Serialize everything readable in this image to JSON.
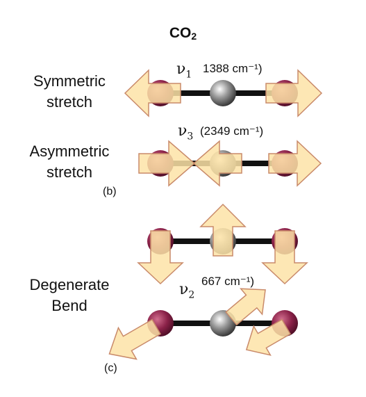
{
  "title": {
    "main": "CO",
    "sub": "2"
  },
  "modes": [
    {
      "name_line1": "Symmetric",
      "name_line2": "stretch",
      "nu_symbol": "ν",
      "nu_index": "1",
      "freq": "1388 cm⁻¹)"
    },
    {
      "name_line1": "Asymmetric",
      "name_line2": "stretch",
      "nu_symbol": "ν",
      "nu_index": "3",
      "freq": "(2349 cm⁻¹)"
    },
    {
      "name_line1": "Degenerate",
      "name_line2": "Bend",
      "nu_symbol": "ν",
      "nu_index": "2",
      "freq": "667 cm⁻¹)"
    }
  ],
  "tags": {
    "b": "(b)",
    "c": "(c)"
  },
  "colors": {
    "oxygen": "#7a1a3a",
    "carbon": "#6f6f6f",
    "arrow_fill": "#fde3a7",
    "arrow_stroke": "#c98a6a",
    "bond": "#111111"
  }
}
